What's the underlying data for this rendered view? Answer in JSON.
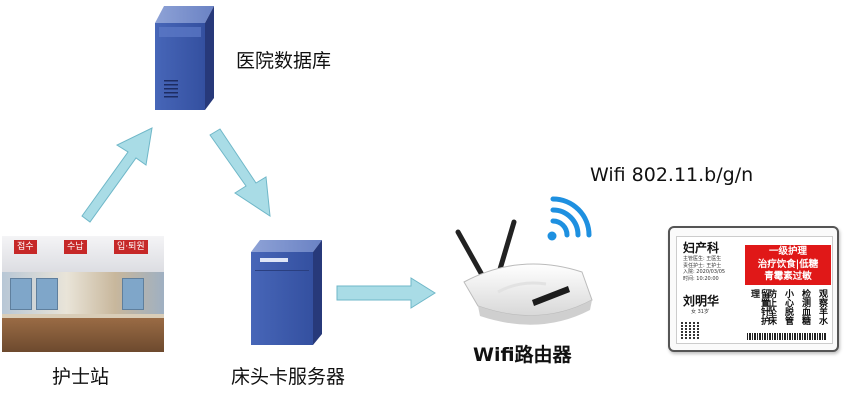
{
  "nodes": {
    "database_label": "医院数据库",
    "nurse_station_label": "护士站",
    "bed_card_server_label": "床头卡服务器",
    "router_label": "Wifi路由器",
    "wifi_standard_label": "Wifi 802.11.b/g/n"
  },
  "bed_card": {
    "department": "妇产科",
    "info_lines": [
      "主管医生: 王医生",
      "责任护士: 王护士",
      "入院: 2020/03/05",
      "时间: 10:20:00"
    ],
    "patient_name": "刘明华",
    "patient_meta": "女    31岁",
    "red_lines": [
      "一级护理",
      "治疗饮食|低糖",
      "青霉素过敏"
    ],
    "vertical_notes": [
      "留置针护理",
      "防止坠床",
      "小心脱管",
      "检测血糖",
      "观察羊水"
    ]
  },
  "photo_signs": [
    "접수",
    "수납",
    "입·퇴원"
  ],
  "colors": {
    "arrow_fill": "#a9dce6",
    "arrow_stroke": "#6fb7c8",
    "server_front": "#3d5aa8",
    "server_side": "#2a3f80",
    "wifi_blue": "#1e90e0",
    "tag_red": "#e01818"
  }
}
